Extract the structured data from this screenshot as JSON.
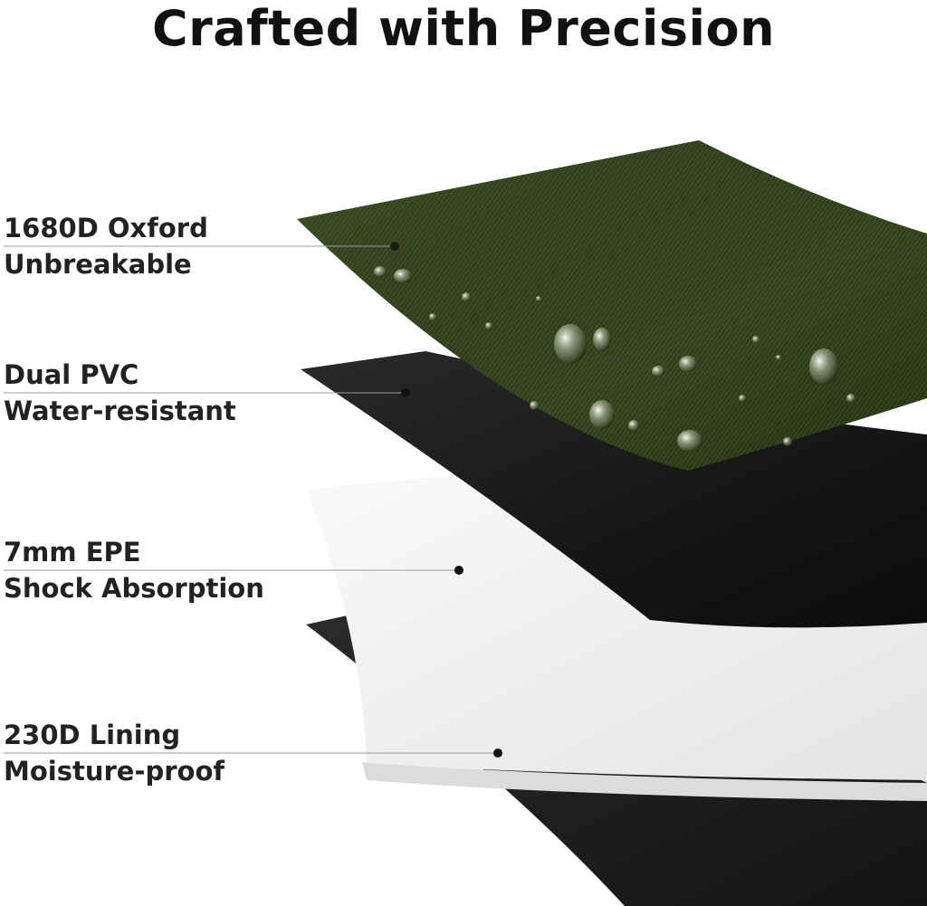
{
  "title": "Crafted with Precision",
  "layers": [
    {
      "name": "1680D Oxford",
      "feature": "Unbreakable",
      "color": "#3d4f25"
    },
    {
      "name": "Dual PVC",
      "feature": "Water-resistant",
      "color": "#1b1b1b"
    },
    {
      "name": "7mm EPE",
      "feature": "Shock Absorption",
      "color": "#f2f2f2"
    },
    {
      "name": "230D Lining",
      "feature": "Moisture-proof",
      "color": "#1f1f1f"
    }
  ],
  "colors": {
    "text": "#111111",
    "leader_line": "#9a9a9a",
    "oxford_green": "#3d4f25",
    "pvc_black": "#1b1b1b",
    "epe_white": "#f2f2f2",
    "lining_black": "#1f1f1f"
  }
}
